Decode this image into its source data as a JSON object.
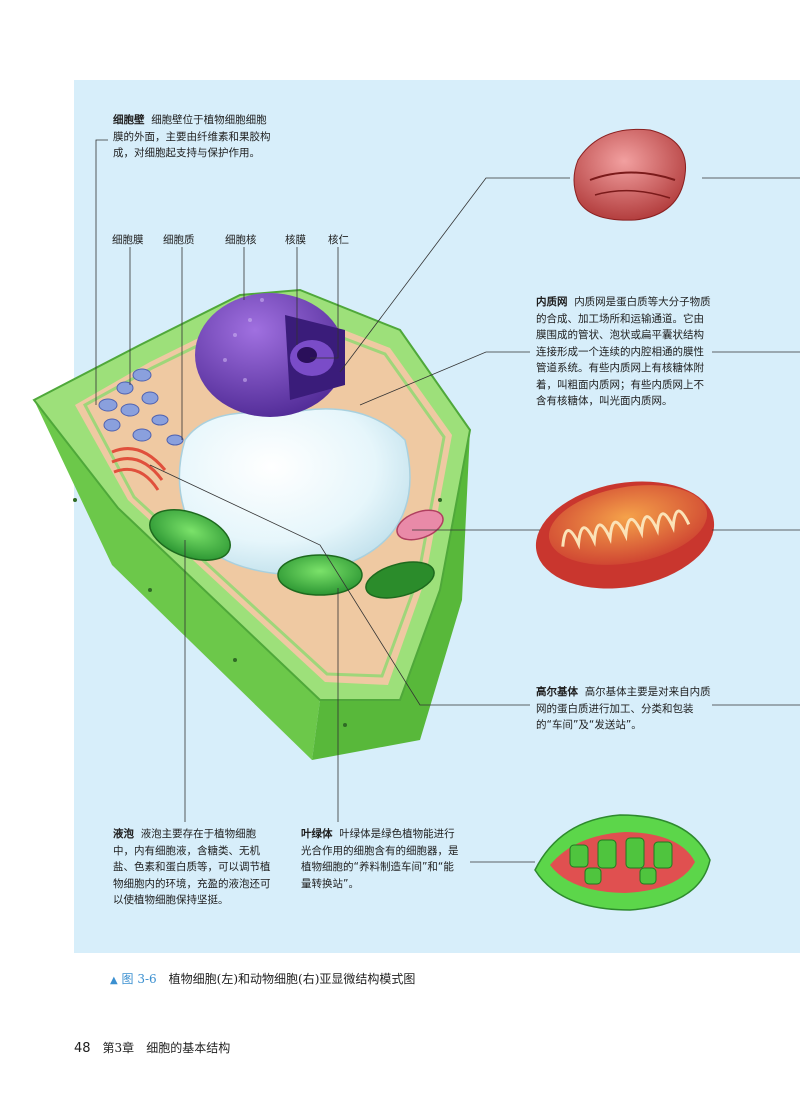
{
  "cell_wall": {
    "title": "细胞壁",
    "text": "细胞壁位于植物细胞细胞膜的外面，主要由纤维素和果胶构成，对细胞起支持与保护作用。"
  },
  "labels": {
    "membrane": "细胞膜",
    "cytoplasm": "细胞质",
    "nucleus": "细胞核",
    "nuclear_envelope": "核膜",
    "nucleolus": "核仁"
  },
  "er": {
    "title": "内质网",
    "text": "内质网是蛋白质等大分子物质的合成、加工场所和运输通道。它由膜围成的管状、泡状或扁平囊状结构连接形成一个连续的内腔相通的膜性管道系统。有些内质网上有核糖体附着，叫粗面内质网；有些内质网上不含有核糖体，叫光面内质网。"
  },
  "golgi": {
    "title": "高尔基体",
    "text": "高尔基体主要是对来自内质网的蛋白质进行加工、分类和包装的“车间”及“发送站”。"
  },
  "vacuole": {
    "title": "液泡",
    "text": "液泡主要存在于植物细胞中，内有细胞液，含糖类、无机盐、色素和蛋白质等，可以调节植物细胞内的环境，充盈的液泡还可以使植物细胞保持坚挺。"
  },
  "chloroplast": {
    "title": "叶绿体",
    "text": "叶绿体是绿色植物能进行光合作用的细胞含有的细胞器，是植物细胞的“养料制造车间”和“能量转换站”。"
  },
  "caption": {
    "marker": "▲",
    "figure": "图 3-6",
    "text": "植物细胞(左)和动物细胞(右)亚显微结构模式图"
  },
  "footer": {
    "page": "48",
    "chapter": "第3章",
    "title": "细胞的基本结构"
  },
  "colors": {
    "panel_bg": "#d7eefa",
    "cell_wall": "#8fd96a",
    "cytoplasm": "#efc9a2",
    "nucleus": "#6b3db8",
    "vacuole": "#e8f6fb",
    "chloroplast": "#2f9b2f",
    "mitochondrion": "#c9362e",
    "accent_blue": "#3a8fd0"
  }
}
